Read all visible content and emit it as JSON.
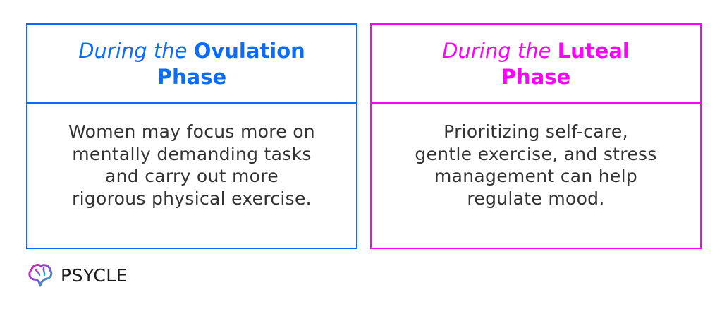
{
  "colors": {
    "ovulation": "#0a6cff",
    "luteal": "#ff00ff",
    "body_text": "#333333"
  },
  "cards": [
    {
      "title_italic": "During the ",
      "title_bold_1": "Ovulation",
      "title_bold_2": "Phase",
      "lines": [
        "Women may focus more on",
        "mentally demanding tasks",
        "and carry out more",
        "rigorous physical exercise."
      ]
    },
    {
      "title_italic": "During the ",
      "title_bold_1": "Luteal",
      "title_bold_2": "Phase",
      "lines": [
        "Prioritizing self-care,",
        "gentle exercise, and stress",
        "management can help",
        "regulate mood."
      ]
    }
  ],
  "logo": {
    "text": "PSYCLE",
    "icon": "brain-icon"
  }
}
